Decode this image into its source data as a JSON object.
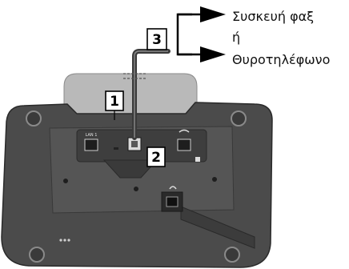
{
  "callouts": {
    "label_1": "1",
    "label_2": "2",
    "label_3": "3"
  },
  "destinations": {
    "line_top": "Συσκευή φαξ",
    "line_middle": "ή",
    "line_bottom": "Θυροτηλέφωνο"
  },
  "device": {
    "port_left_label": "LAN 1"
  },
  "colors": {
    "device_body": "#4b4b4b",
    "device_dark": "#2d2d2d",
    "device_light": "#6e6e6e",
    "stand": "#b9b9b9",
    "cable": "#3a3a3a",
    "arrow": "#000000",
    "label_box_border": "#000000"
  }
}
